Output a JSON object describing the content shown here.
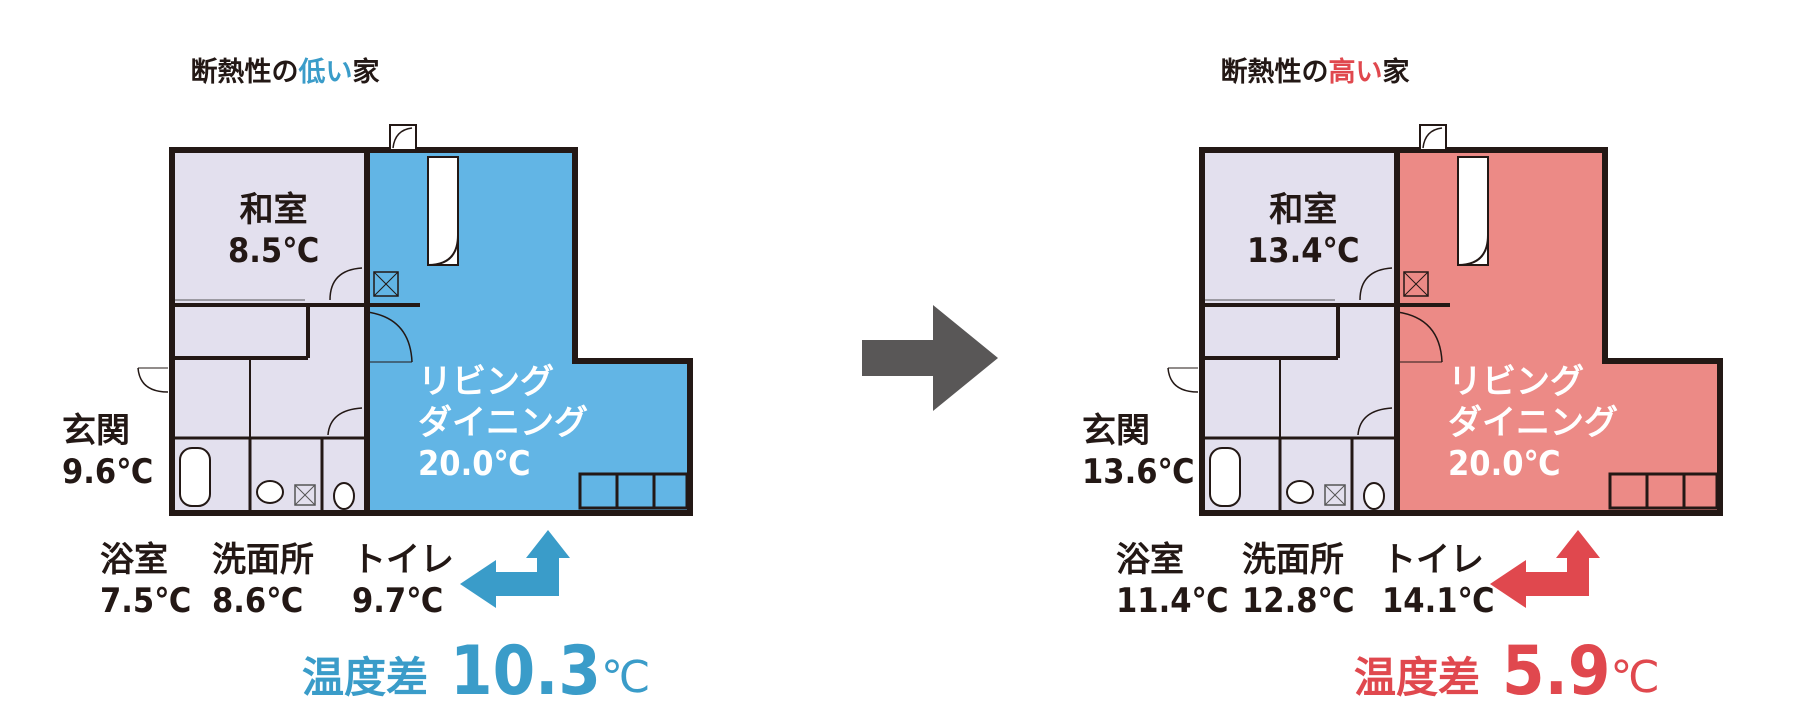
{
  "colors": {
    "low_accent": "#3a9cc9",
    "low_fill": "#62b5e5",
    "high_accent": "#e0484e",
    "high_fill": "#ec8a86",
    "room_fill": "#e3e0ee",
    "arrow_gray": "#595757",
    "ink": "#231815"
  },
  "panels": {
    "low": {
      "title_prefix": "断熱性の",
      "title_highlight": "低い",
      "title_suffix": "家",
      "rooms": {
        "washitsu": {
          "label": "和室",
          "temp": "8.5℃"
        },
        "genkan": {
          "label": "玄関",
          "temp": "9.6℃"
        },
        "living": {
          "label1": "リビング",
          "label2": "ダイニング",
          "temp": "20.0℃"
        },
        "yokushitsu": {
          "label": "浴室",
          "temp": "7.5℃"
        },
        "senmenjo": {
          "label": "洗面所",
          "temp": "8.6℃"
        },
        "toilet": {
          "label": "トイレ",
          "temp": "9.7℃"
        }
      },
      "diff": {
        "label": "温度差",
        "value": "10.3",
        "unit": "℃"
      }
    },
    "high": {
      "title_prefix": "断熱性の",
      "title_highlight": "高い",
      "title_suffix": "家",
      "rooms": {
        "washitsu": {
          "label": "和室",
          "temp": "13.4℃"
        },
        "genkan": {
          "label": "玄関",
          "temp": "13.6℃"
        },
        "living": {
          "label1": "リビング",
          "label2": "ダイニング",
          "temp": "20.0℃"
        },
        "yokushitsu": {
          "label": "浴室",
          "temp": "11.4℃"
        },
        "senmenjo": {
          "label": "洗面所",
          "temp": "12.8℃"
        },
        "toilet": {
          "label": "トイレ",
          "temp": "14.1℃"
        }
      },
      "diff": {
        "label": "温度差",
        "value": "5.9",
        "unit": "℃"
      }
    }
  }
}
